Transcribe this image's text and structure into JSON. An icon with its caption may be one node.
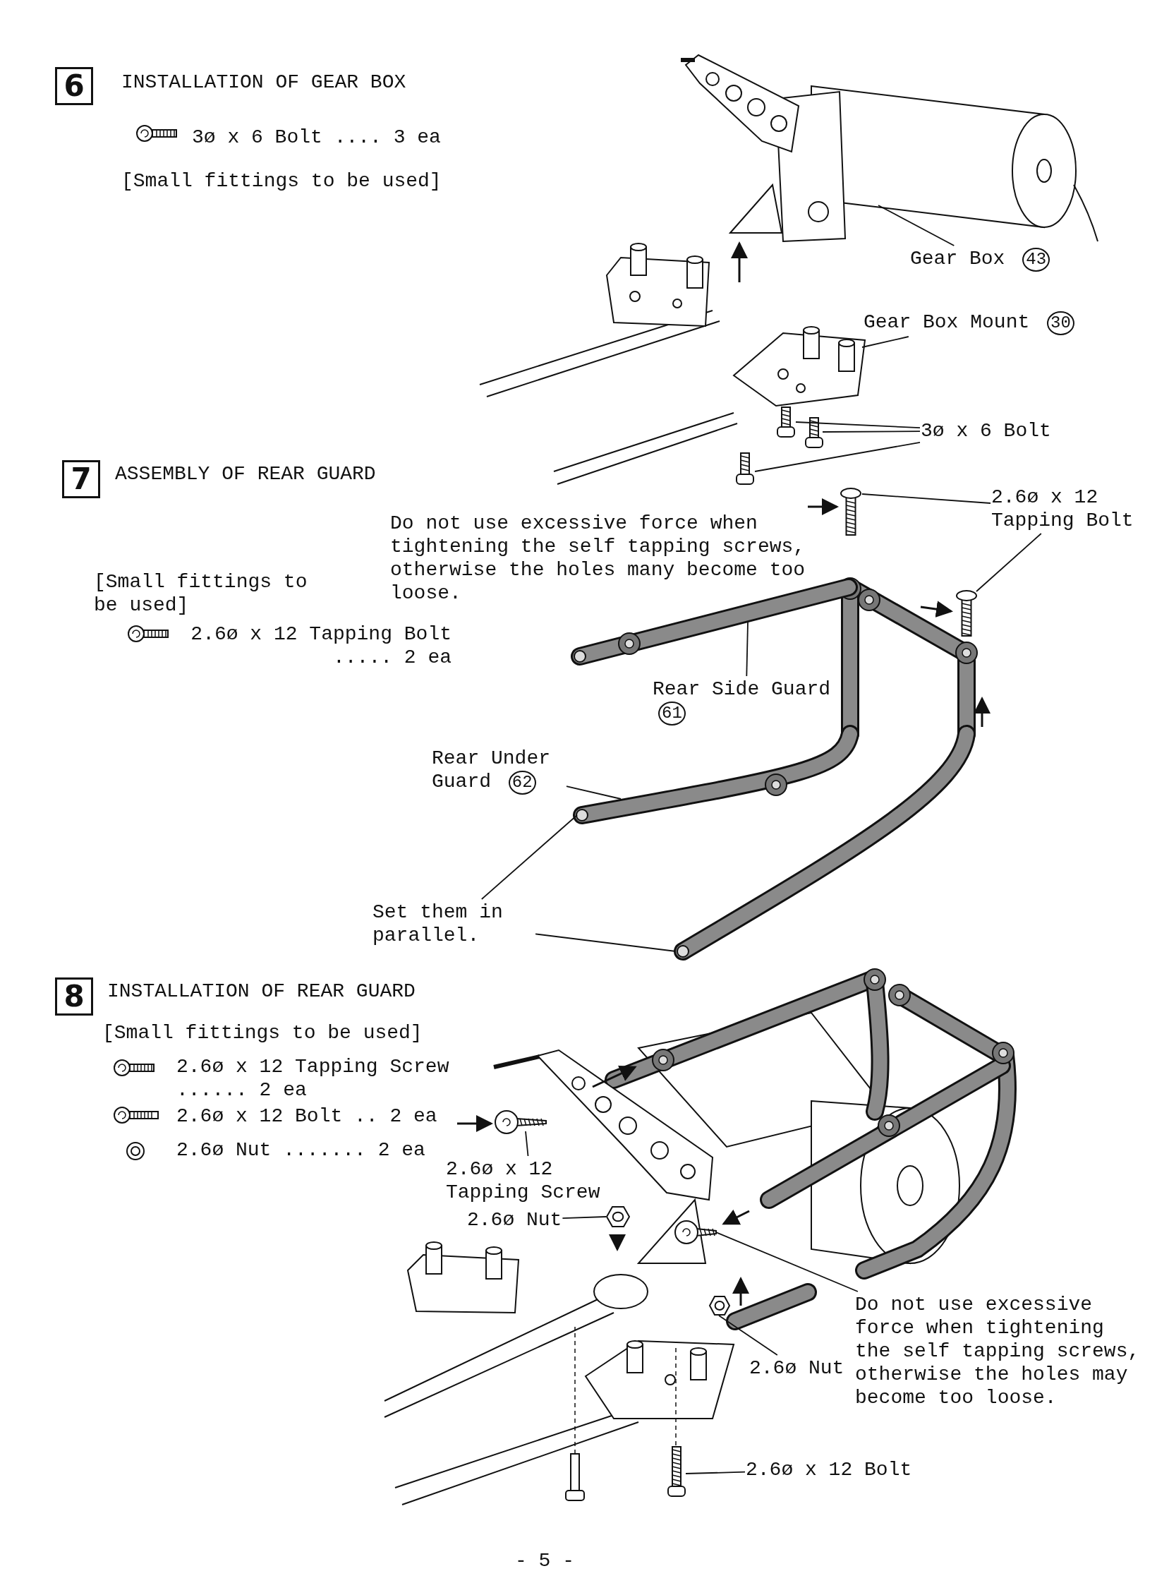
{
  "diagram": {
    "nodes": [
      {
        "text": [
          "Gear Box",
          "43"
        ]
      },
      {
        "text": [],
        "shape": "picture"
      },
      {
        "text": [
          "Gear Box Mount",
          "30"
        ]
      },
      {
        "text": [],
        "shape": "picture"
      },
      {
        "text": [
          "3ø x 6 Bolt"
        ]
      },
      {
        "text": [],
        "shape": "picture"
      },
      {
        "text": [],
        "shape": "picture"
      },
      {
        "text": [],
        "shape": "picture"
      },
      {
        "text": [
          "2.6ø x 12 Tapping Bolt"
        ]
      },
      {
        "text": [],
        "shape": "picture"
      },
      {
        "text": [],
        "shape": "picture"
      },
      {
        "text": [
          "Rear Side Guard",
          "61"
        ]
      },
      {
        "text": [],
        "shape": "picture"
      },
      {
        "text": [
          "Rear Under Guard",
          "62"
        ]
      },
      {
        "text": [],
        "shape": "picture"
      },
      {
        "text": [
          "Set them in parallel."
        ]
      },
      {
        "text": [
          "2.6ø x 12 Tapping Screw"
        ]
      },
      {
        "text": [],
        "shape": "picture"
      },
      {
        "text": [
          "2.6ø Nut"
        ]
      },
      {
        "text": [],
        "shape": "picture"
      },
      {
        "text": [
          "Do not use excessive force when tightening the self tapping screws, otherwise the holes may become too loose."
        ]
      },
      {
        "text": [],
        "shape": "picture"
      },
      {
        "text": [
          "2.6ø Nut"
        ]
      },
      {
        "text": [],
        "shape": "picture"
      },
      {
        "text": [
          "2.6ø x 12 Bolt"
        ]
      },
      {
        "text": [],
        "shape": "picture"
      }
    ],
    "edges": [
      {
        "from": 0,
        "to": 1,
        "arrow": "none"
      },
      {
        "from": 2,
        "to": 3,
        "arrow": "none"
      },
      {
        "from": 4,
        "to": 5,
        "arrow": "none"
      },
      {
        "from": 4,
        "to": 6,
        "arrow": "none"
      },
      {
        "from": 4,
        "to": 7,
        "arrow": "none"
      },
      {
        "from": 8,
        "to": 9,
        "arrow": "none"
      },
      {
        "from": 8,
        "to": 10,
        "arrow": "none"
      },
      {
        "from": 11,
        "to": 12,
        "arrow": "none"
      },
      {
        "from": 13,
        "to": 14,
        "arrow": "none"
      },
      {
        "from": 15,
        "to": 14,
        "arrow": "none"
      },
      {
        "from": 15,
        "to": 14,
        "arrow": "none"
      },
      {
        "from": 16,
        "to": 17,
        "arrow": "none"
      },
      {
        "from": 18,
        "to": 19,
        "arrow": "none"
      },
      {
        "from": 20,
        "to": 21,
        "arrow": "none"
      },
      {
        "from": 22,
        "to": 23,
        "arrow": "none"
      },
      {
        "from": 24,
        "to": 25,
        "arrow": "none"
      }
    ],
    "labels": [
      "6",
      "INSTALLATION OF GEAR BOX",
      "3ø x 6 Bolt .... 3 ea",
      "[Small fittings to be used]",
      "7",
      "ASSEMBLY OF REAR GUARD",
      "Do not use excessive force when tightening the self tapping screws, otherwise the holes many become too loose.",
      "[Small fittings to be used]",
      "2.6ø x 12 Tapping Bolt ..... 2 ea",
      "8",
      "INSTALLATION OF REAR GUARD",
      "[Small fittings to be used]",
      "2.6ø x 12 Tapping Screw ...... 2 ea",
      "2.6ø x 12 Bolt .. 2 ea",
      "2.6ø Nut ....... 2 ea",
      "- 5 -"
    ]
  }
}
